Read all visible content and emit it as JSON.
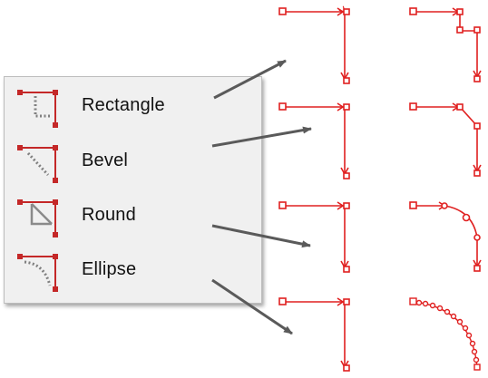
{
  "menu": {
    "items": [
      {
        "label": "Rectangle",
        "icon": "corner-rectangle-icon"
      },
      {
        "label": "Bevel",
        "icon": "corner-bevel-icon"
      },
      {
        "label": "Round",
        "icon": "corner-round-icon"
      },
      {
        "label": "Ellipse",
        "icon": "corner-ellipse-icon"
      }
    ]
  },
  "colors": {
    "path": "#e02020",
    "icon": "#c42828",
    "arrow": "#5a5a5a",
    "menu_bg": "#f0f0f0"
  }
}
